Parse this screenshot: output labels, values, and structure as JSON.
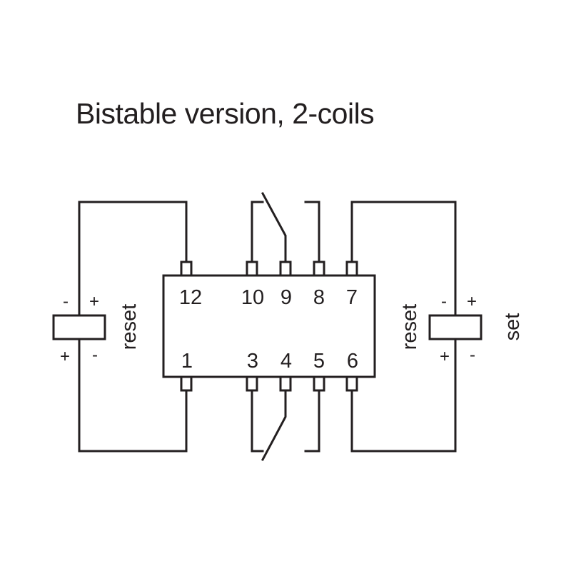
{
  "title": "Bistable version, 2-coils",
  "pins": {
    "p12": "12",
    "p10": "10",
    "p9": "9",
    "p8": "8",
    "p7": "7",
    "p1": "1",
    "p3": "3",
    "p4": "4",
    "p5": "5",
    "p6": "6"
  },
  "left_coil": {
    "label": "reset",
    "top_left_sign": "-",
    "top_right_sign": "+",
    "bottom_left_sign": "+",
    "bottom_right_sign": "-"
  },
  "right_coil": {
    "label_left": "reset",
    "label_right": "set",
    "top_left_sign": "-",
    "top_right_sign": "+",
    "bottom_left_sign": "+",
    "bottom_right_sign": "-"
  }
}
